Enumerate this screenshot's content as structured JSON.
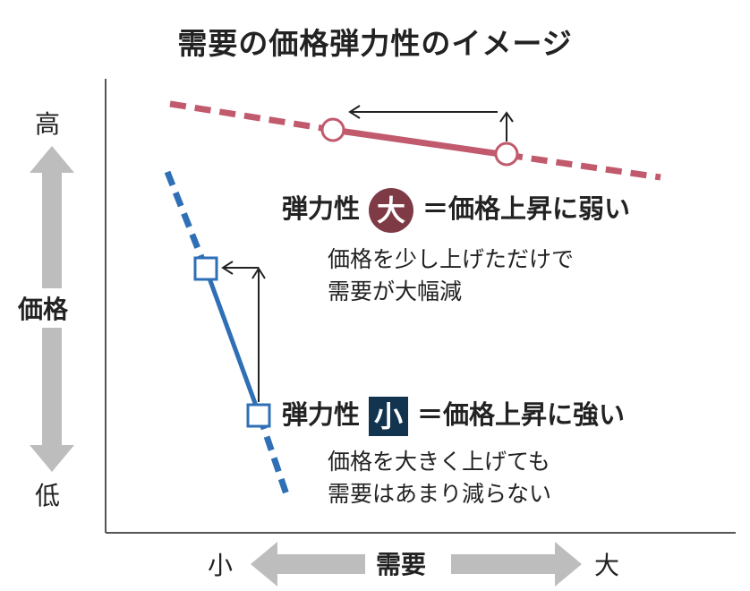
{
  "title": "需要の価格弾力性のイメージ",
  "y_axis": {
    "label": "価格",
    "high": "高",
    "low": "低"
  },
  "x_axis": {
    "label": "需要",
    "small": "小",
    "large": "大"
  },
  "high_elasticity": {
    "heading_prefix": "弾力性",
    "badge": "大",
    "heading_suffix": "＝価格上昇に弱い",
    "desc_line1": "価格を少し上げただけで",
    "desc_line2": "需要が大幅減",
    "color": "#c05a6c",
    "badge_color": "#7e3b45"
  },
  "low_elasticity": {
    "heading_prefix": "弾力性",
    "badge": "小",
    "heading_suffix": "＝価格上昇に強い",
    "desc_line1": "価格を大きく上げても",
    "desc_line2": "需要はあまり減らない",
    "color": "#2f6fb5",
    "badge_color": "#13344f"
  },
  "colors": {
    "axis_arrow": "#bdbdbd",
    "axis_line": "#555555"
  }
}
